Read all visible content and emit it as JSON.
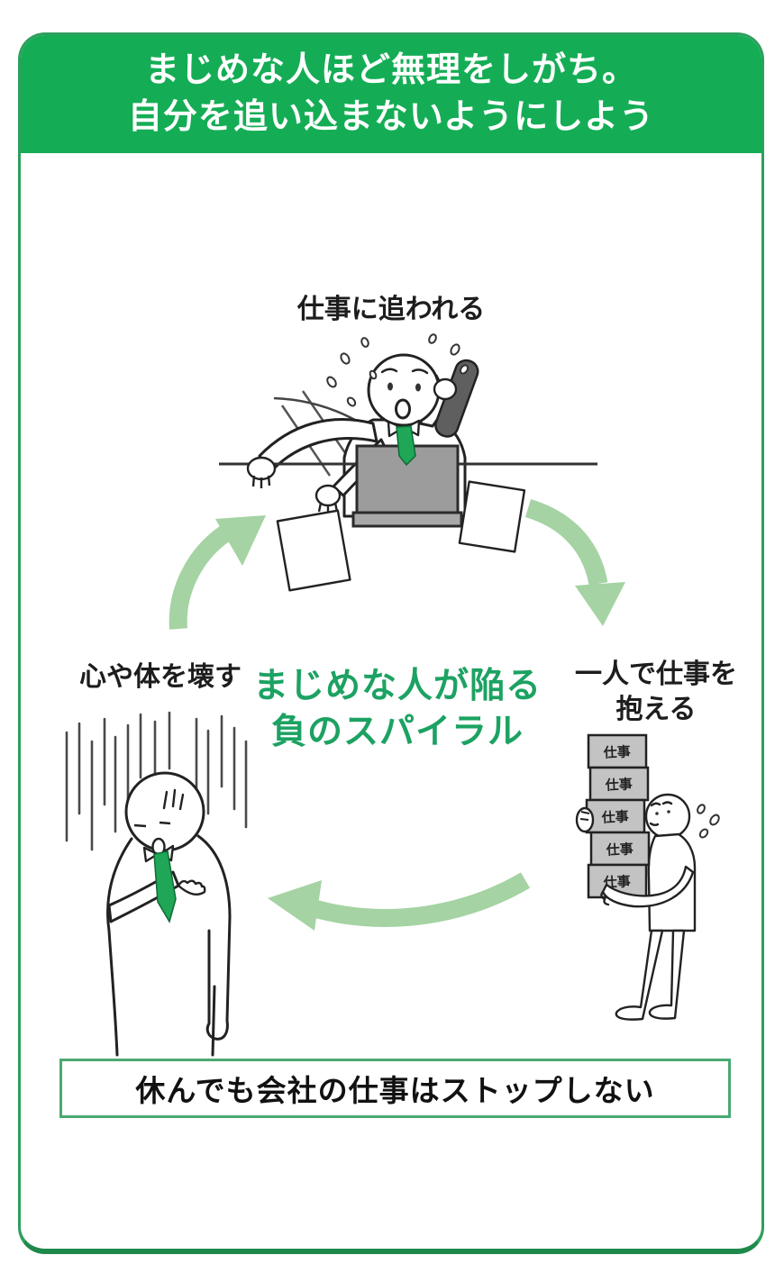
{
  "colors": {
    "header_green": "#14ad55",
    "accent_text_green": "#1ca262",
    "arrow_green": "#a5d3a3",
    "card_border_green": "#2f9e5e",
    "card_bottom_edge_green": "#1e8a4a",
    "note_border_green": "#4aa972",
    "tie_green": "#1fa757",
    "box_gray": "#c3c3c3",
    "laptop_gray": "#9c9c9c"
  },
  "header": {
    "title_line1": "まじめな人ほど無理をしがち。",
    "title_line2": "自分を追い込まないようにしよう"
  },
  "cycle": {
    "top_label": "仕事に追われる",
    "right_label_line1": "一人で仕事を",
    "right_label_line2": "抱える",
    "left_label": "心や体を壊す",
    "center_line1": "まじめな人が陥る",
    "center_line2": "負のスパイラル",
    "work_box_label": "仕事"
  },
  "footer": {
    "note": "休んでも会社の仕事はストップしない"
  }
}
